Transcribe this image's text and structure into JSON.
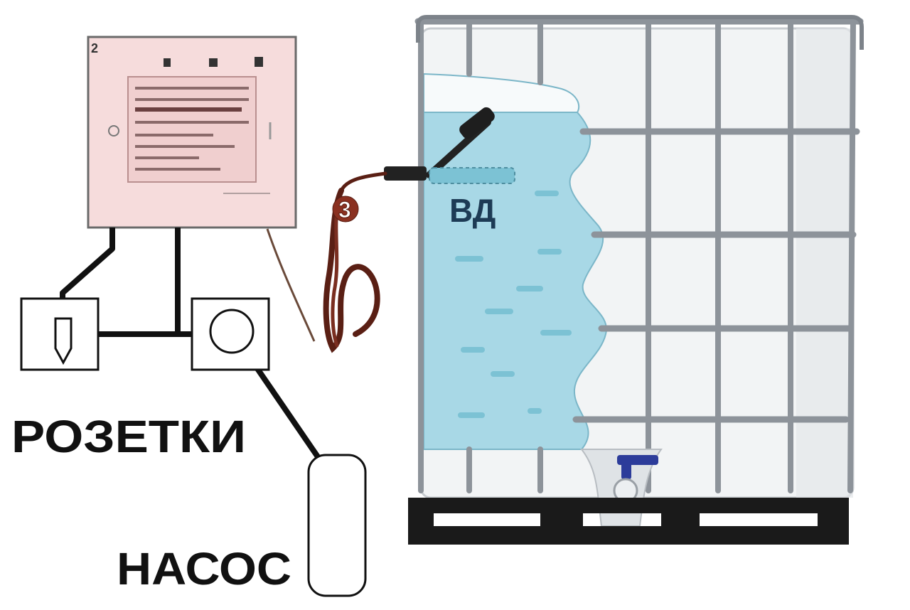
{
  "labels": {
    "sockets": "РОЗЕТКИ",
    "pump": "НАСОС",
    "sensor": "ВД",
    "controller_number": "2",
    "cable_number": "3"
  },
  "colors": {
    "water": "#a8d8e6",
    "water_stripe": "#7cc2d4",
    "controller_panel": "#f6dcdc",
    "cage_metal": "#9aa0a6",
    "pallet": "#1a1a1a",
    "cable": "#5a1f14",
    "valve": "#2c3c9a"
  }
}
